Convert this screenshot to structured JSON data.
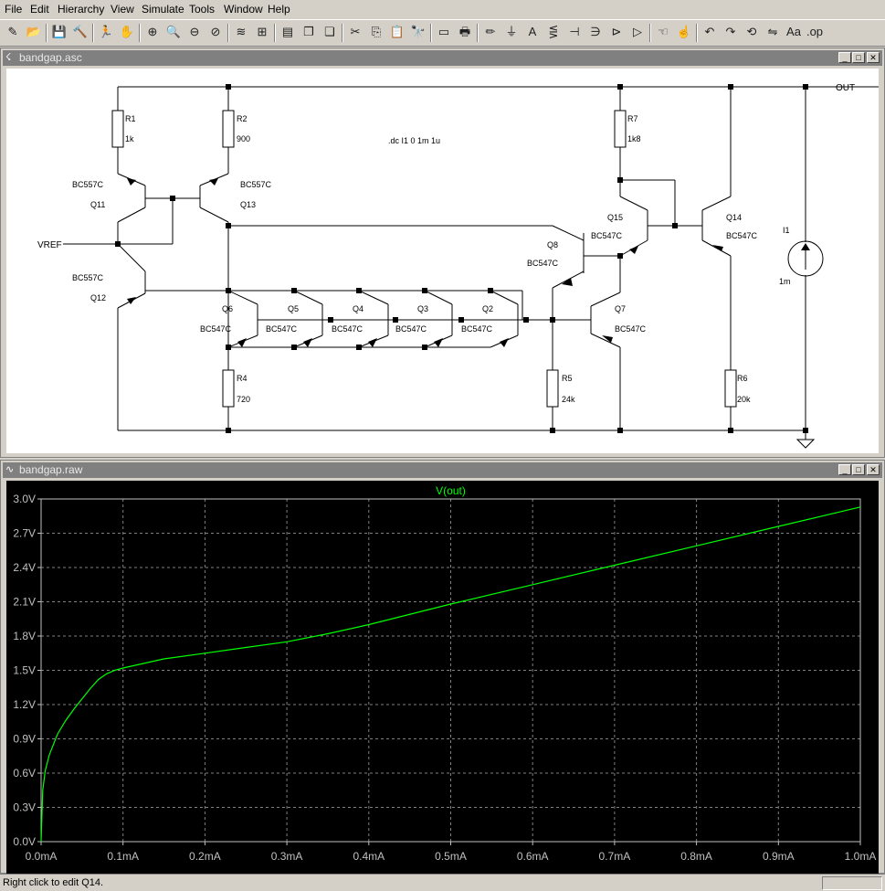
{
  "menubar": {
    "items": [
      "File",
      "Edit",
      "Hierarchy",
      "View",
      "Simulate",
      "Tools",
      "Window",
      "Help"
    ]
  },
  "toolbar": {
    "buttons": [
      {
        "name": "new-schematic-icon",
        "glyph": "✎"
      },
      {
        "name": "open-icon",
        "glyph": "📂"
      },
      {
        "name": "save-icon",
        "glyph": "💾"
      },
      {
        "name": "control-panel-icon",
        "glyph": "🔨"
      },
      {
        "name": "run-icon",
        "glyph": "🏃"
      },
      {
        "name": "halt-icon",
        "glyph": "✋"
      },
      {
        "name": "zoom-in-icon",
        "glyph": "⊕"
      },
      {
        "name": "zoom-pan-icon",
        "glyph": "🔍"
      },
      {
        "name": "zoom-out-icon",
        "glyph": "⊖"
      },
      {
        "name": "zoom-cancel-icon",
        "glyph": "⊘"
      },
      {
        "name": "autorange-icon",
        "glyph": "≋"
      },
      {
        "name": "view-grid-icon",
        "glyph": "⊞"
      },
      {
        "name": "tile-horizontal-icon",
        "glyph": "▤"
      },
      {
        "name": "cascade-icon",
        "glyph": "❐"
      },
      {
        "name": "close-all-icon",
        "glyph": "❏"
      },
      {
        "name": "cut-icon",
        "glyph": "✂"
      },
      {
        "name": "copy-icon",
        "glyph": "⎘"
      },
      {
        "name": "paste-icon",
        "glyph": "📋"
      },
      {
        "name": "find-icon",
        "glyph": "🔭"
      },
      {
        "name": "print-setup-icon",
        "glyph": "▭"
      },
      {
        "name": "print-icon",
        "glyph": "🖶"
      },
      {
        "name": "draw-wire-icon",
        "glyph": "✏"
      },
      {
        "name": "ground-icon",
        "glyph": "⏚"
      },
      {
        "name": "label-net-icon",
        "glyph": "A"
      },
      {
        "name": "resistor-icon",
        "glyph": "⋚"
      },
      {
        "name": "capacitor-icon",
        "glyph": "⊣"
      },
      {
        "name": "inductor-icon",
        "glyph": "∋"
      },
      {
        "name": "diode-icon",
        "glyph": "⊳"
      },
      {
        "name": "component-icon",
        "glyph": "▷"
      },
      {
        "name": "move-icon",
        "glyph": "☜"
      },
      {
        "name": "drag-icon",
        "glyph": "☝"
      },
      {
        "name": "undo-icon",
        "glyph": "↶"
      },
      {
        "name": "redo-icon",
        "glyph": "↷"
      },
      {
        "name": "rotate-icon",
        "glyph": "⟲"
      },
      {
        "name": "mirror-icon",
        "glyph": "⇋"
      },
      {
        "name": "text-icon",
        "glyph": "Aa"
      },
      {
        "name": "spice-directive-icon",
        "glyph": ".op"
      }
    ]
  },
  "schematic": {
    "title": "bandgap.asc",
    "directive": ".dc I1 0 1m 1u",
    "labels": {
      "out": "OUT",
      "vref": "VREF"
    },
    "resistors": [
      {
        "ref": "R1",
        "value": "1k"
      },
      {
        "ref": "R2",
        "value": "900"
      },
      {
        "ref": "R7",
        "value": "1k8"
      },
      {
        "ref": "R4",
        "value": "720"
      },
      {
        "ref": "R5",
        "value": "24k"
      },
      {
        "ref": "R6",
        "value": "20k"
      }
    ],
    "source": {
      "ref": "I1",
      "value": "1m"
    },
    "transistors": [
      {
        "ref": "Q11",
        "model": "BC557C"
      },
      {
        "ref": "Q13",
        "model": "BC557C"
      },
      {
        "ref": "Q12",
        "model": "BC557C"
      },
      {
        "ref": "Q15",
        "model": "BC547C"
      },
      {
        "ref": "Q14",
        "model": "BC547C"
      },
      {
        "ref": "Q8",
        "model": "BC547C"
      },
      {
        "ref": "Q7",
        "model": "BC547C"
      },
      {
        "ref": "Q6",
        "model": "BC547C"
      },
      {
        "ref": "Q5",
        "model": "BC547C"
      },
      {
        "ref": "Q4",
        "model": "BC547C"
      },
      {
        "ref": "Q3",
        "model": "BC547C"
      },
      {
        "ref": "Q2",
        "model": "BC547C"
      }
    ]
  },
  "waveform": {
    "title": "bandgap.raw",
    "trace_color": "#00ff00",
    "grid_color": "#808080",
    "chart_data": {
      "type": "line",
      "title": "",
      "series": [
        {
          "name": "V(out)",
          "color": "#00ff00"
        }
      ],
      "x": [
        0,
        0.002,
        0.005,
        0.01,
        0.02,
        0.03,
        0.04,
        0.05,
        0.06,
        0.07,
        0.08,
        0.09,
        0.1,
        0.15,
        0.2,
        0.25,
        0.3,
        0.35,
        0.4,
        0.5,
        0.6,
        0.7,
        0.8,
        0.9,
        1.0
      ],
      "y": [
        0.0,
        0.45,
        0.62,
        0.76,
        0.94,
        1.06,
        1.16,
        1.25,
        1.34,
        1.42,
        1.47,
        1.5,
        1.52,
        1.6,
        1.65,
        1.7,
        1.75,
        1.82,
        1.9,
        2.08,
        2.25,
        2.42,
        2.59,
        2.76,
        2.93
      ],
      "xlim": [
        0,
        1.0
      ],
      "ylim": [
        0,
        3.0
      ],
      "xticks": [
        "0.0mA",
        "0.1mA",
        "0.2mA",
        "0.3mA",
        "0.4mA",
        "0.5mA",
        "0.6mA",
        "0.7mA",
        "0.8mA",
        "0.9mA",
        "1.0mA"
      ],
      "yticks": [
        "0.0V",
        "0.3V",
        "0.6V",
        "0.9V",
        "1.2V",
        "1.5V",
        "1.8V",
        "2.1V",
        "2.4V",
        "2.7V",
        "3.0V"
      ],
      "grid": true
    }
  },
  "status": {
    "text": "Right click to edit Q14."
  }
}
